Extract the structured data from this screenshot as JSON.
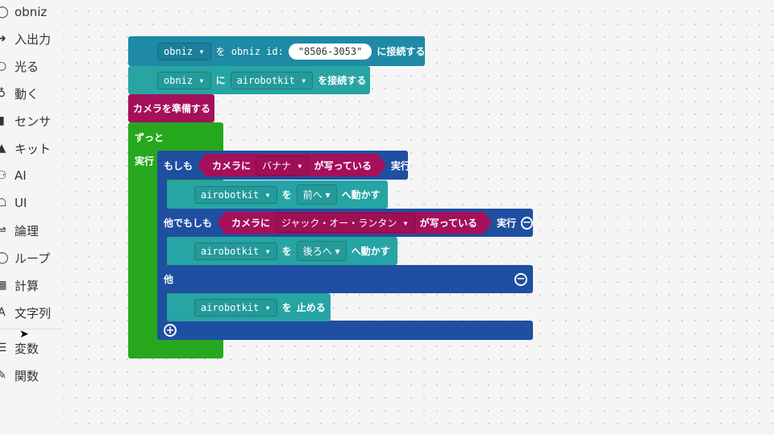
{
  "sidebar": {
    "categories": [
      {
        "label": "obniz",
        "icon": "circle-icon"
      },
      {
        "label": "入出力",
        "icon": "io-icon"
      },
      {
        "label": "光る",
        "icon": "light-icon"
      },
      {
        "label": "動く",
        "icon": "motor-icon"
      },
      {
        "label": "センサ",
        "icon": "sensor-icon"
      },
      {
        "label": "キット",
        "icon": "kit-icon"
      },
      {
        "label": "AI",
        "icon": "ai-icon"
      },
      {
        "label": "UI",
        "icon": "ui-icon"
      },
      {
        "label": "論理",
        "icon": "logic-icon"
      },
      {
        "label": "ループ",
        "icon": "loop-icon"
      },
      {
        "label": "計算",
        "icon": "math-icon"
      },
      {
        "label": "文字列",
        "icon": "text-icon"
      },
      {
        "label": "変数",
        "icon": "variable-icon"
      },
      {
        "label": "関数",
        "icon": "function-icon"
      }
    ]
  },
  "blocks": {
    "connect_obniz": {
      "var": "obniz ▾",
      "text1": "を obniz id:",
      "id": "\"8506-3053\"",
      "text2": "に接続する"
    },
    "connect_kit": {
      "var": "obniz ▾",
      "text1": "に",
      "kit": "airobotkit ▾",
      "text2": "を接続する"
    },
    "camera": {
      "label": "カメラを準備する"
    },
    "forever": {
      "label": "ずっと",
      "do": "実行"
    },
    "if": {
      "label": "もしも",
      "cond_pre": "カメラに",
      "object": "バナナ ▾",
      "cond_post": "が写っている",
      "do": "実行"
    },
    "move1": {
      "kit": "airobotkit ▾",
      "text1": "を",
      "dir": "前へ ▾",
      "text2": "へ動かす"
    },
    "elseif": {
      "label": "他でもしも",
      "cond_pre": "カメラに",
      "object": "ジャック・オー・ランタン ▾",
      "cond_post": "が写っている",
      "do": "実行"
    },
    "move2": {
      "kit": "airobotkit ▾",
      "text1": "を",
      "dir": "後ろへ ▾",
      "text2": "へ動かす"
    },
    "else": {
      "label": "他"
    },
    "stop": {
      "kit": "airobotkit ▾",
      "text1": "を",
      "text2": "止める"
    }
  },
  "colors": {
    "obniz": "#1e8aa6",
    "kit": "#27a4a4",
    "ai": "#a5105a",
    "loop": "#26a81e",
    "logic": "#1f4fa0"
  }
}
